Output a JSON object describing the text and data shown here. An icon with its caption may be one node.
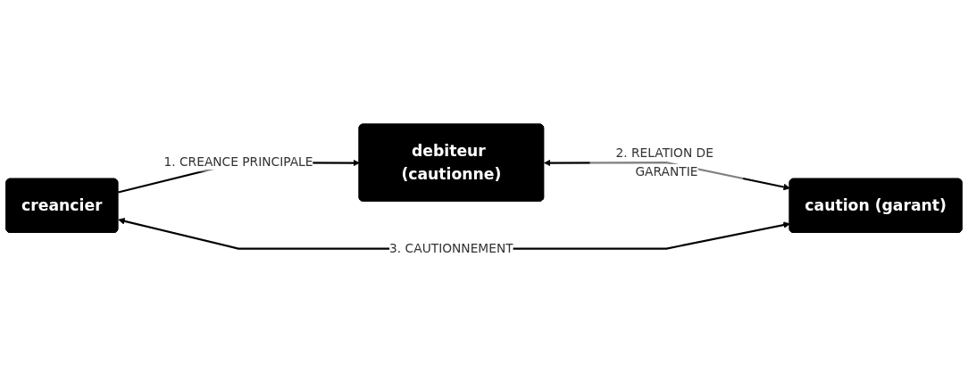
{
  "diagram": {
    "nodes": [
      {
        "text": [
          "creancier"
        ]
      },
      {
        "text": [
          "debiteur (cautionne)"
        ]
      },
      {
        "text": [
          "caution (garant)"
        ]
      }
    ],
    "edges": [
      {
        "from": 0,
        "to": 1,
        "arrow": "to",
        "label": "1. CREANCE PRINCIPALE"
      },
      {
        "from": 1,
        "to": 2,
        "arrow": "both",
        "label": "2. RELATION DE GARANTIE"
      },
      {
        "from": 0,
        "to": 2,
        "arrow": "both",
        "label": "3. CAUTIONNEMENT"
      }
    ]
  }
}
